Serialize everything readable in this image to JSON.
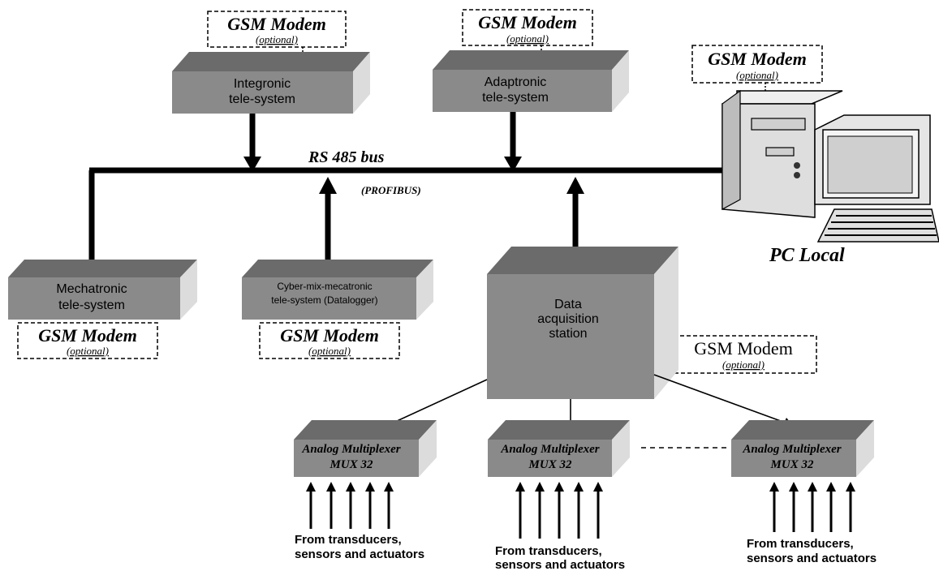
{
  "modems": {
    "integronic": {
      "title": "GSM Modem",
      "note": "(optional)"
    },
    "adaptronic": {
      "title": "GSM Modem",
      "note": "(optional)"
    },
    "pc": {
      "title": "GSM Modem",
      "note": "(optional)"
    },
    "mechatronic": {
      "title": "GSM Modem",
      "note": "(optional)"
    },
    "cyber": {
      "title": "GSM Modem",
      "note": "(optional)"
    },
    "daq": {
      "title": "GSM Modem",
      "note": "(optional)"
    }
  },
  "systems": {
    "integronic": {
      "line1": "Integronic",
      "line2": "tele-system"
    },
    "adaptronic": {
      "line1": "Adaptronic",
      "line2": "tele-system"
    },
    "mechatronic": {
      "line1": "Mechatronic",
      "line2": "tele-system"
    },
    "cyber": {
      "line1": "Cyber-mix-mecatronic",
      "line2": "tele-system (Datalogger)"
    },
    "daq": {
      "line1": "Data",
      "line2": "acquisition",
      "line3": "station"
    }
  },
  "bus": {
    "label": "RS 485 bus",
    "sub": "(PROFIBUS)"
  },
  "pc": {
    "label": "PC Local"
  },
  "multiplexers": [
    {
      "line1": "Analog Multiplexer",
      "line2": "MUX 32"
    },
    {
      "line1": "Analog Multiplexer",
      "line2": "MUX 32"
    },
    {
      "line1": "Analog Multiplexer",
      "line2": "MUX 32"
    }
  ],
  "sources": [
    {
      "line1": "From transducers,",
      "line2": "sensors and actuators"
    },
    {
      "line1": "From transducers,",
      "line2": "sensors and actuators"
    },
    {
      "line1": "From transducers,",
      "line2": "sensors and actuators"
    }
  ],
  "colors": {
    "box_front": "#8a8a8a",
    "box_top": "#6b6b6b",
    "box_side": "#d8d8d8",
    "line": "#000000"
  }
}
